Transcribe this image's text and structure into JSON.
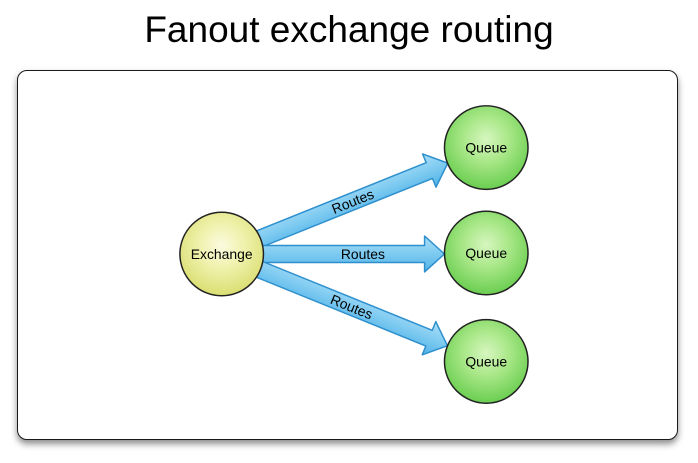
{
  "title": "Fanout exchange routing",
  "diagram": {
    "type": "fanout-routing-topology",
    "nodes": [
      {
        "id": "exchange",
        "label": "Exchange",
        "shape": "circle"
      },
      {
        "id": "queue-1",
        "label": "Queue",
        "shape": "circle"
      },
      {
        "id": "queue-2",
        "label": "Queue",
        "shape": "circle"
      },
      {
        "id": "queue-3",
        "label": "Queue",
        "shape": "circle"
      }
    ],
    "edges": [
      {
        "from": "exchange",
        "to": "queue-1",
        "label": "Routes"
      },
      {
        "from": "exchange",
        "to": "queue-2",
        "label": "Routes"
      },
      {
        "from": "exchange",
        "to": "queue-3",
        "label": "Routes"
      }
    ],
    "colors": {
      "exchange_light": "#fafbe0",
      "exchange_mid": "#eff1ab",
      "exchange_dark": "#d9dd6e",
      "queue_light": "#d7f6c0",
      "queue_mid": "#a8e787",
      "queue_dark": "#66cc4d",
      "arrow_light": "#a9def8",
      "arrow_mid": "#79c8f0",
      "arrow_dark": "#4fb2e6",
      "arrow_border": "#2e8fcd",
      "node_border": "#222222",
      "canvas_border": "#1a1a1a",
      "text": "#000000"
    }
  }
}
